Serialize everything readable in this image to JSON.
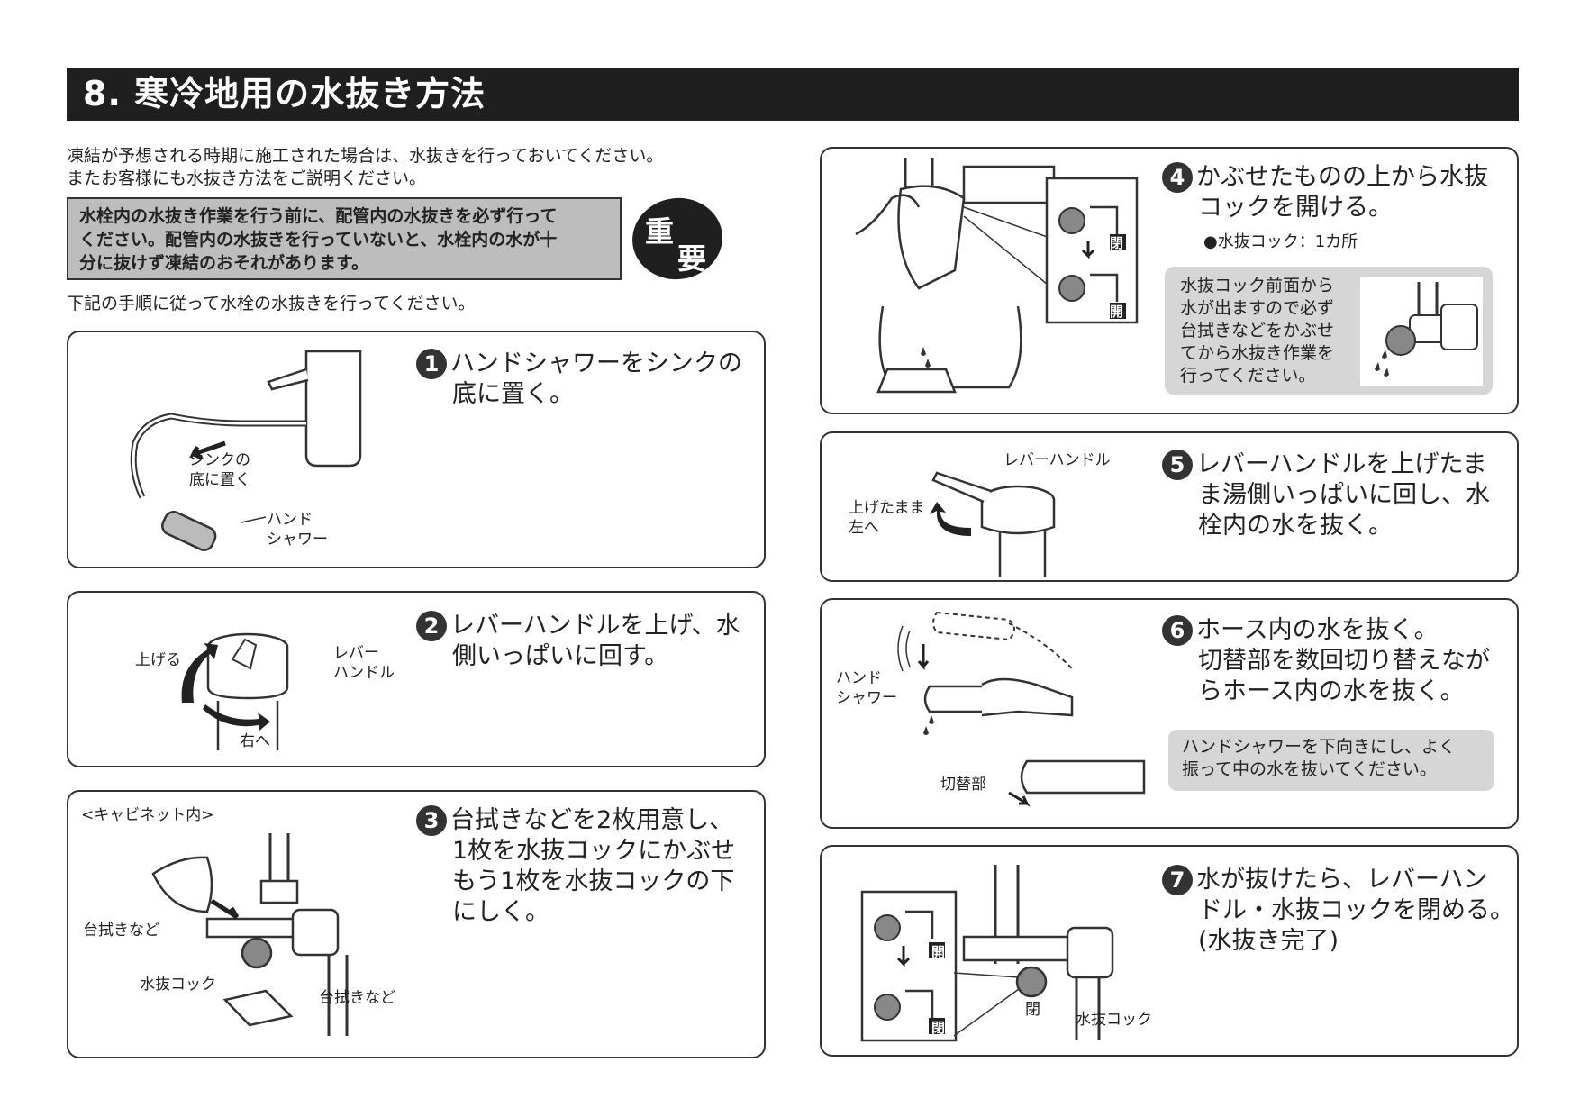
{
  "header": {
    "title": "8. 寒冷地用の水抜き方法"
  },
  "intro": {
    "line1": "凍結が予想される時期に施工された場合は、水抜きを行っておいてください。",
    "line2": "またお客様にも水抜き方法をご説明ください。"
  },
  "warning": {
    "line1": "水栓内の水抜き作業を行う前に、配管内の水抜きを必ず行って",
    "line2": "ください。配管内の水抜きを行っていないと、水栓内の水が十",
    "line3": "分に抜けず凍結のおそれがあります。",
    "badge1": "重",
    "badge2": "要"
  },
  "instruction": "下記の手順に従って水栓の水抜きを行ってください。",
  "steps": {
    "s1": {
      "num": "1",
      "l1": "ハンドシャワーをシンクの",
      "l2": "底に置く。",
      "lbl_sink1": "シンクの",
      "lbl_sink2": "底に置く",
      "lbl_hs1": "ハンド",
      "lbl_hs2": "シャワー"
    },
    "s2": {
      "num": "2",
      "l1": "レバーハンドルを上げ、水",
      "l2": "側いっぱいに回す。",
      "lbl_up": "上げる",
      "lbl_lever1": "レバー",
      "lbl_lever2": "ハンドル",
      "lbl_right": "右へ"
    },
    "s3": {
      "num": "3",
      "l1": "台拭きなどを2枚用意し、",
      "l2": "1枚を水抜コックにかぶせ",
      "l3": "もう1枚を水抜コックの下",
      "l4": "にしく。",
      "lbl_cab": "<キャビネット内>",
      "lbl_cloth1": "台拭きなど",
      "lbl_cock": "水抜コック",
      "lbl_cloth2": "台拭きなど"
    },
    "s4": {
      "num": "4",
      "l1": "かぶせたものの上から水抜",
      "l2": "コックを開ける。",
      "sub": "●水抜コック：1カ所",
      "note1": "水抜コック前面から",
      "note2": "水が出ますので必ず",
      "note3": "台拭きなどをかぶせ",
      "note4": "てから水抜き作業を",
      "note5": "行ってください。",
      "closed": "閉",
      "open": "開"
    },
    "s5": {
      "num": "5",
      "l1": "レバーハンドルを上げたま",
      "l2": "ま湯側いっぱいに回し、水",
      "l3": "栓内の水を抜く。",
      "lbl_lever": "レバーハンドル",
      "lbl_left1": "上げたまま",
      "lbl_left2": "左へ"
    },
    "s6": {
      "num": "6",
      "l1": "ホース内の水を抜く。",
      "l2": "切替部を数回切り替えなが",
      "l3": "らホース内の水を抜く。",
      "note1": "ハンドシャワーを下向きにし、よく",
      "note2": "振って中の水を抜いてください。",
      "lbl_hs1": "ハンド",
      "lbl_hs2": "シャワー",
      "lbl_switch": "切替部"
    },
    "s7": {
      "num": "7",
      "l1": "水が抜けたら、レバーハン",
      "l2": "ドル・水抜コックを閉める。",
      "l3": "(水抜き完了)",
      "open": "開",
      "closed": "閉",
      "closed2": "閉",
      "lbl_cock": "水抜コック"
    }
  }
}
